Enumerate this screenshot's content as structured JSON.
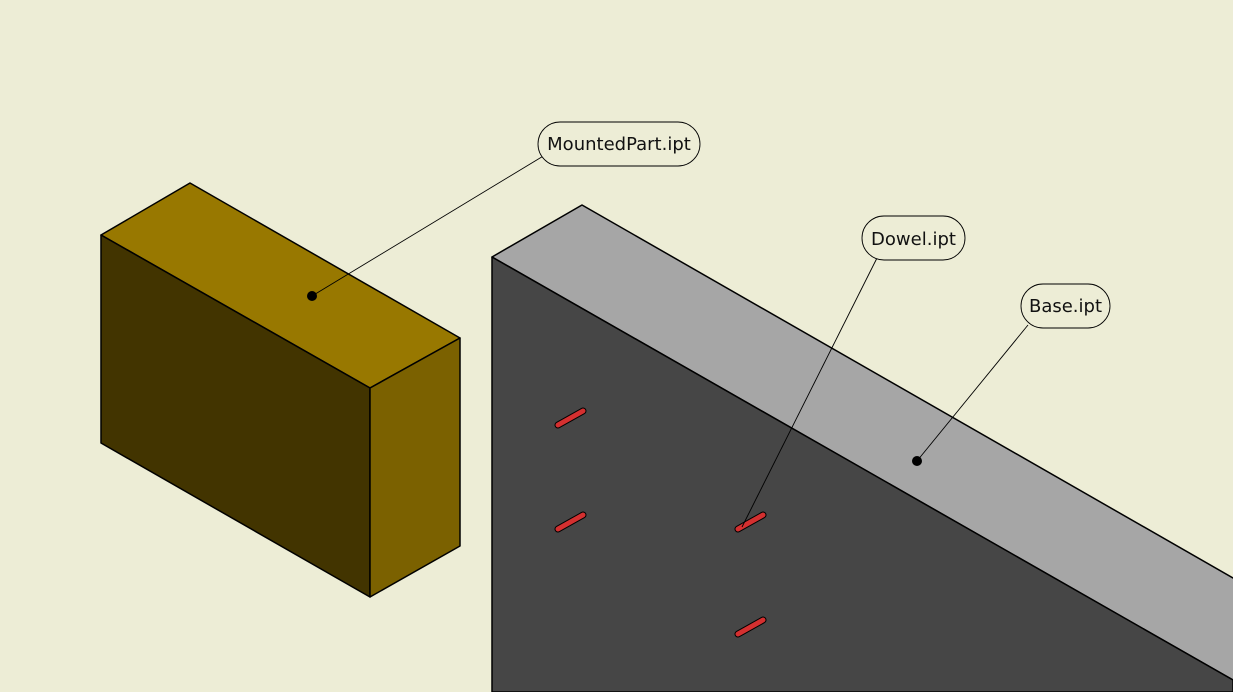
{
  "background_color": "#ededd6",
  "colors": {
    "mounted_part_top": "#987800",
    "mounted_part_front": "#423400",
    "mounted_part_side": "#7b6100",
    "base_top": "#a6a6a6",
    "base_front": "#464646",
    "dowel": "#d43030",
    "edge": "#000000",
    "leader": "#000000",
    "balloon_fill": "#ededd6"
  },
  "parts": {
    "mounted_part": {
      "label": "MountedPart.ipt"
    },
    "dowel": {
      "label": "Dowel.ipt",
      "count": 4
    },
    "base": {
      "label": "Base.ipt"
    }
  }
}
